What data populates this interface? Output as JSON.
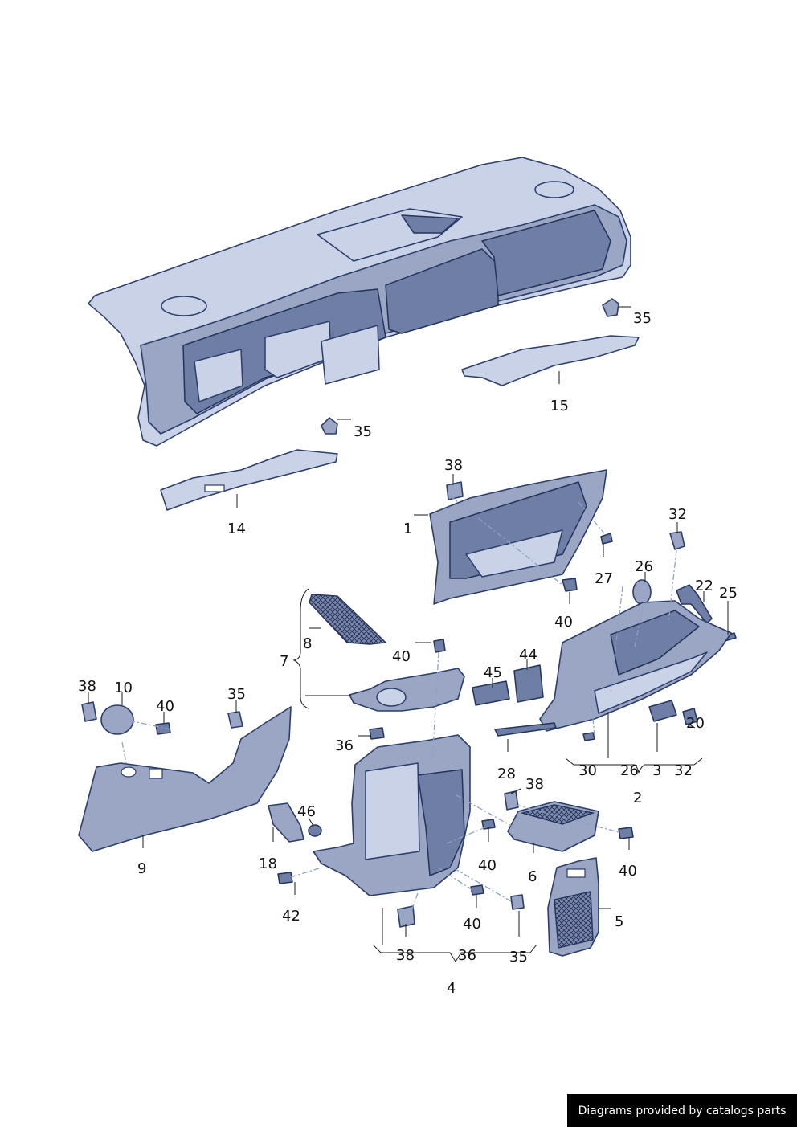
{
  "credit": "Diagrams provided by catalogs parts",
  "callouts": {
    "c35a": "35",
    "c15": "15",
    "c35b": "35",
    "c14": "14",
    "c38a": "38",
    "c1": "1",
    "c32a": "32",
    "c27": "27",
    "c26a": "26",
    "c22": "22",
    "c25": "25",
    "c40a": "40",
    "c8": "8",
    "c7": "7",
    "c40b": "40",
    "c44": "44",
    "c45": "45",
    "c38b": "38",
    "c10": "10",
    "c40c": "40",
    "c35c": "35",
    "c20": "20",
    "c36a": "36",
    "c28": "28",
    "c30": "30",
    "c26b": "26",
    "c3": "3",
    "c32b": "32",
    "c2": "2",
    "c38c": "38",
    "c46": "46",
    "c9": "9",
    "c18": "18",
    "c40d": "40",
    "c6": "6",
    "c40e": "40",
    "c42": "42",
    "c40f": "40",
    "c5": "5",
    "c38d": "38",
    "c36b": "36",
    "c35d": "35",
    "c4": "4"
  }
}
